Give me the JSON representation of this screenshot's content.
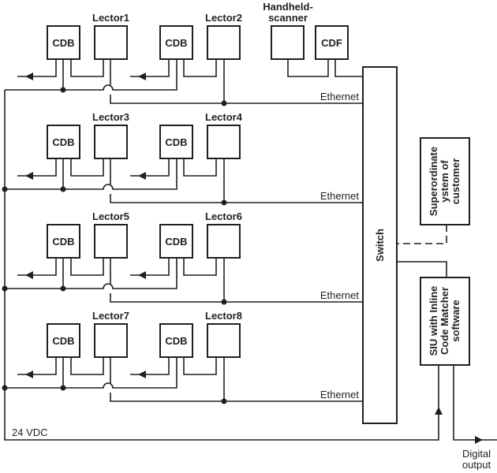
{
  "diagram": {
    "rows": [
      {
        "cdb_a": "CDB",
        "lector_a": "Lector1",
        "cdb_b": "CDB",
        "lector_b": "Lector2",
        "network": "Ethernet"
      },
      {
        "cdb_a": "CDB",
        "lector_a": "Lector3",
        "cdb_b": "CDB",
        "lector_b": "Lector4",
        "network": "Ethernet"
      },
      {
        "cdb_a": "CDB",
        "lector_a": "Lector5",
        "cdb_b": "CDB",
        "lector_b": "Lector6",
        "network": "Ethernet"
      },
      {
        "cdb_a": "CDB",
        "lector_a": "Lector7",
        "cdb_b": "CDB",
        "lector_b": "Lector8",
        "network": "Ethernet"
      }
    ],
    "handheld": {
      "label_line1": "Handheld-",
      "label_line2": "scanner",
      "cdf": "CDF"
    },
    "switch": "Switch",
    "superordinate": {
      "line1": "Superordinate",
      "line2": "ystem of",
      "line3": "customer"
    },
    "siu": {
      "line1": "SIU with Inline",
      "line2": "Code Matcher",
      "line3": "software"
    },
    "power": "24 VDC",
    "output": {
      "line1": "Digital",
      "line2": "output"
    },
    "colors": {
      "line": "#231f20",
      "background": "#ffffff"
    }
  }
}
